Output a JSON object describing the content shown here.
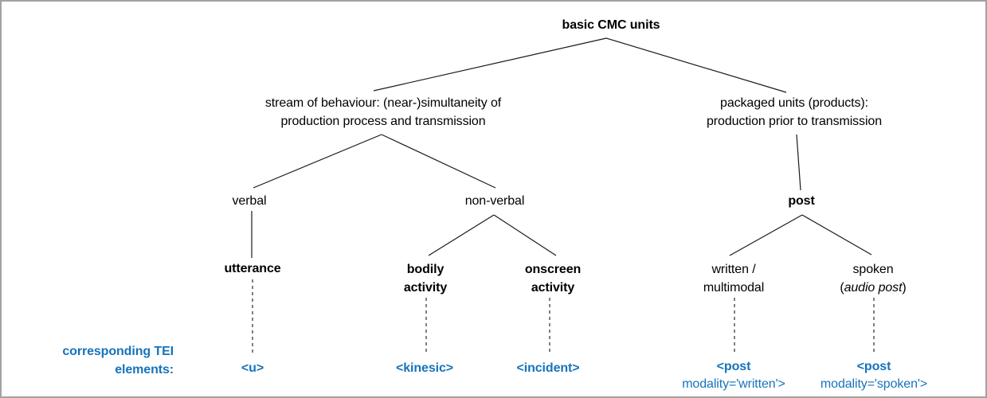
{
  "diagram": {
    "colors": {
      "background": "#ffffff",
      "border": "#a2a2a2",
      "text": "#000000",
      "line": "#1a1a1a",
      "tei_blue": "#1673bb"
    },
    "nodes": {
      "root": "basic CMC units",
      "stream": {
        "line1": "stream of behaviour: (near-)simultaneity of",
        "line2": "production process and transmission"
      },
      "packaged": {
        "line1": "packaged units (products):",
        "line2": "production prior to transmission"
      },
      "verbal": "verbal",
      "nonverbal": "non-verbal",
      "post": "post",
      "utterance": "utterance",
      "bodily": {
        "line1": "bodily",
        "line2": "activity"
      },
      "onscreen": {
        "line1": "onscreen",
        "line2": "activity"
      },
      "written": {
        "line1": "written /",
        "line2": "multimodal"
      },
      "spoken": {
        "line1": "spoken",
        "paren_open": "(",
        "italic": "audio post",
        "paren_close": ")"
      }
    },
    "tei": {
      "caption_line1": "corresponding TEI",
      "caption_line2": "elements:",
      "u": "<u>",
      "kinesic": "<kinesic>",
      "incident": "<incident>",
      "post_written": {
        "line1": "<post",
        "line2": "modality='written'>"
      },
      "post_spoken": {
        "line1": "<post",
        "line2": "modality='spoken'>"
      }
    }
  }
}
